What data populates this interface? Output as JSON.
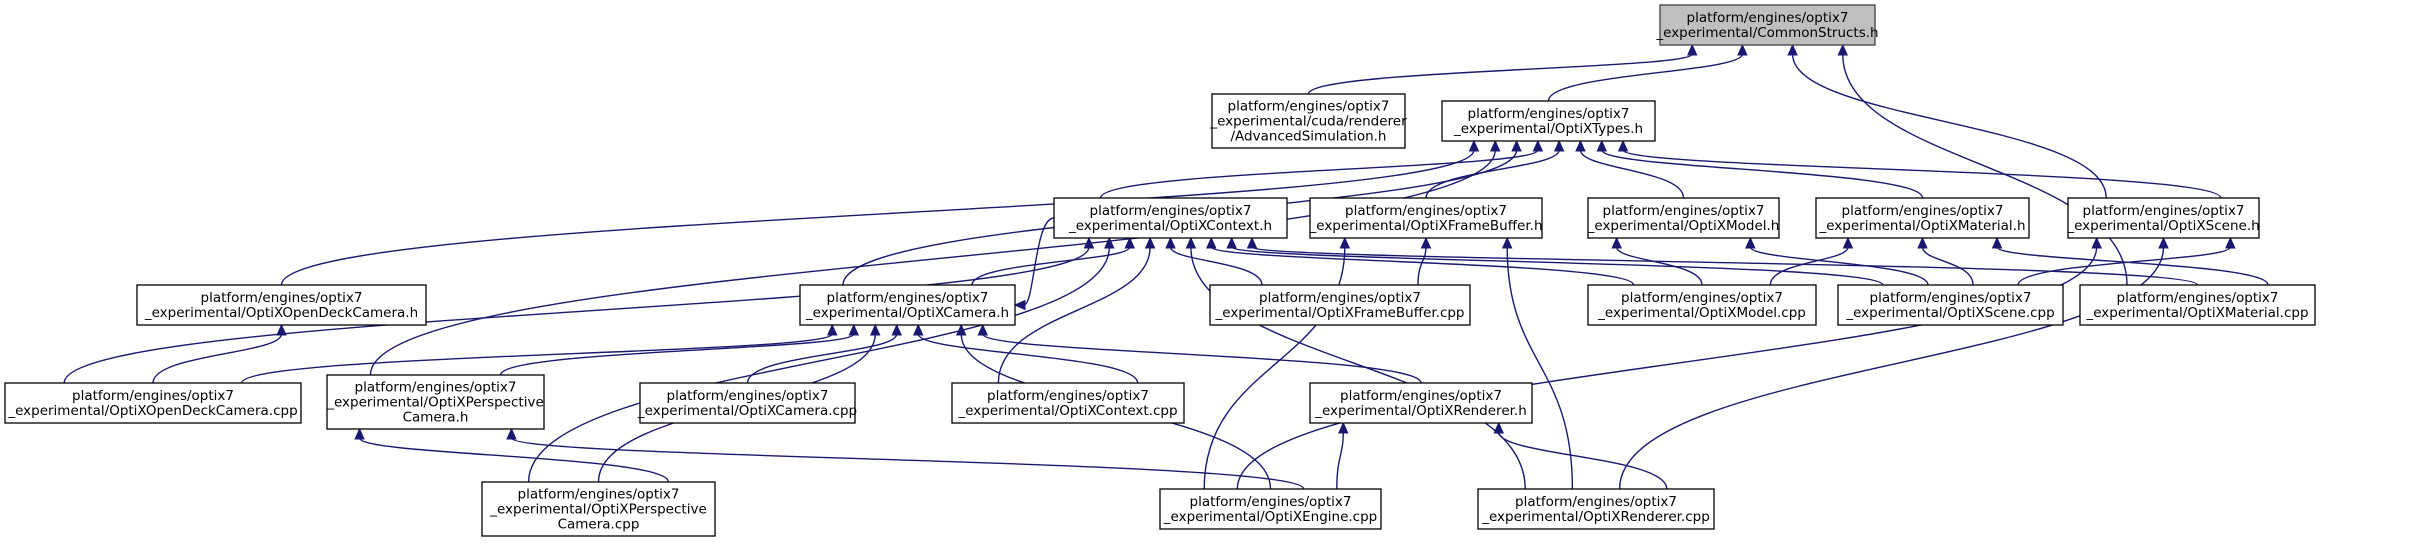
{
  "diagram": {
    "type": "include-dependency-graph",
    "root": "common_structs_h",
    "colors": {
      "edge": "#191970",
      "root_fill": "#bfbfbf",
      "root_border": "#404040",
      "node_fill": "#ffffff",
      "node_border": "#000000"
    },
    "nodes": [
      {
        "id": "common_structs_h",
        "lines": [
          "platform/engines/optix7",
          "_experimental/CommonStructs.h"
        ]
      },
      {
        "id": "advanced_simulation_h",
        "lines": [
          "platform/engines/optix7",
          "_experimental/cuda/renderer",
          "/AdvancedSimulation.h"
        ]
      },
      {
        "id": "optix_types_h",
        "lines": [
          "platform/engines/optix7",
          "_experimental/OptiXTypes.h"
        ]
      },
      {
        "id": "optix_context_h",
        "lines": [
          "platform/engines/optix7",
          "_experimental/OptiXContext.h"
        ]
      },
      {
        "id": "optix_framebuffer_h",
        "lines": [
          "platform/engines/optix7",
          "_experimental/OptiXFrameBuffer.h"
        ]
      },
      {
        "id": "optix_model_h",
        "lines": [
          "platform/engines/optix7",
          "_experimental/OptiXModel.h"
        ]
      },
      {
        "id": "optix_material_h",
        "lines": [
          "platform/engines/optix7",
          "_experimental/OptiXMaterial.h"
        ]
      },
      {
        "id": "optix_scene_h",
        "lines": [
          "platform/engines/optix7",
          "_experimental/OptiXScene.h"
        ]
      },
      {
        "id": "optix_opendeck_camera_h",
        "lines": [
          "platform/engines/optix7",
          "_experimental/OptiXOpenDeckCamera.h"
        ]
      },
      {
        "id": "optix_camera_h",
        "lines": [
          "platform/engines/optix7",
          "_experimental/OptiXCamera.h"
        ]
      },
      {
        "id": "optix_framebuffer_cpp",
        "lines": [
          "platform/engines/optix7",
          "_experimental/OptiXFrameBuffer.cpp"
        ]
      },
      {
        "id": "optix_model_cpp",
        "lines": [
          "platform/engines/optix7",
          "_experimental/OptiXModel.cpp"
        ]
      },
      {
        "id": "optix_scene_cpp",
        "lines": [
          "platform/engines/optix7",
          "_experimental/OptiXScene.cpp"
        ]
      },
      {
        "id": "optix_material_cpp",
        "lines": [
          "platform/engines/optix7",
          "_experimental/OptiXMaterial.cpp"
        ]
      },
      {
        "id": "optix_opendeck_camera_cpp",
        "lines": [
          "platform/engines/optix7",
          "_experimental/OptiXOpenDeckCamera.cpp"
        ]
      },
      {
        "id": "optix_perspective_camera_h",
        "lines": [
          "platform/engines/optix7",
          "_experimental/OptiXPerspective",
          "Camera.h"
        ]
      },
      {
        "id": "optix_camera_cpp",
        "lines": [
          "platform/engines/optix7",
          "_experimental/OptiXCamera.cpp"
        ]
      },
      {
        "id": "optix_context_cpp",
        "lines": [
          "platform/engines/optix7",
          "_experimental/OptiXContext.cpp"
        ]
      },
      {
        "id": "optix_renderer_h",
        "lines": [
          "platform/engines/optix7",
          "_experimental/OptiXRenderer.h"
        ]
      },
      {
        "id": "optix_perspective_camera_cpp",
        "lines": [
          "platform/engines/optix7",
          "_experimental/OptiXPerspective",
          "Camera.cpp"
        ]
      },
      {
        "id": "optix_engine_cpp",
        "lines": [
          "platform/engines/optix7",
          "_experimental/OptiXEngine.cpp"
        ]
      },
      {
        "id": "optix_renderer_cpp",
        "lines": [
          "platform/engines/optix7",
          "_experimental/OptiXRenderer.cpp"
        ]
      }
    ],
    "edges": [
      {
        "from": "advanced_simulation_h",
        "to": "common_structs_h"
      },
      {
        "from": "optix_types_h",
        "to": "common_structs_h"
      },
      {
        "from": "optix_scene_h",
        "to": "common_structs_h"
      },
      {
        "from": "optix_material_cpp",
        "to": "common_structs_h"
      },
      {
        "from": "optix_opendeck_camera_h",
        "to": "optix_types_h"
      },
      {
        "from": "optix_perspective_camera_h",
        "to": "optix_types_h"
      },
      {
        "from": "optix_camera_h",
        "to": "optix_types_h"
      },
      {
        "from": "optix_context_h",
        "to": "optix_types_h"
      },
      {
        "from": "optix_framebuffer_h",
        "to": "optix_types_h"
      },
      {
        "from": "optix_model_h",
        "to": "optix_types_h"
      },
      {
        "from": "optix_material_h",
        "to": "optix_types_h"
      },
      {
        "from": "optix_scene_h",
        "to": "optix_types_h"
      },
      {
        "from": "optix_opendeck_camera_cpp",
        "to": "optix_context_h"
      },
      {
        "from": "optix_camera_h",
        "to": "optix_context_h"
      },
      {
        "from": "optix_perspective_camera_cpp",
        "to": "optix_context_h"
      },
      {
        "from": "optix_context_cpp",
        "to": "optix_context_h"
      },
      {
        "from": "optix_framebuffer_cpp",
        "to": "optix_context_h"
      },
      {
        "from": "optix_renderer_cpp",
        "to": "optix_context_h"
      },
      {
        "from": "optix_model_cpp",
        "to": "optix_context_h"
      },
      {
        "from": "optix_scene_cpp",
        "to": "optix_context_h"
      },
      {
        "from": "optix_material_cpp",
        "to": "optix_context_h"
      },
      {
        "from": "optix_context_h",
        "to": "optix_camera_h"
      },
      {
        "from": "optix_framebuffer_cpp",
        "to": "optix_framebuffer_h"
      },
      {
        "from": "optix_engine_cpp",
        "to": "optix_framebuffer_h"
      },
      {
        "from": "optix_renderer_cpp",
        "to": "optix_framebuffer_h"
      },
      {
        "from": "optix_model_cpp",
        "to": "optix_model_h"
      },
      {
        "from": "optix_scene_cpp",
        "to": "optix_model_h"
      },
      {
        "from": "optix_model_cpp",
        "to": "optix_material_h"
      },
      {
        "from": "optix_scene_cpp",
        "to": "optix_material_h"
      },
      {
        "from": "optix_material_cpp",
        "to": "optix_material_h"
      },
      {
        "from": "optix_scene_cpp",
        "to": "optix_scene_h"
      },
      {
        "from": "optix_engine_cpp",
        "to": "optix_scene_h"
      },
      {
        "from": "optix_renderer_cpp",
        "to": "optix_scene_h"
      },
      {
        "from": "optix_opendeck_camera_cpp",
        "to": "optix_opendeck_camera_h"
      },
      {
        "from": "optix_opendeck_camera_cpp",
        "to": "optix_camera_h"
      },
      {
        "from": "optix_perspective_camera_h",
        "to": "optix_camera_h"
      },
      {
        "from": "optix_perspective_camera_cpp",
        "to": "optix_camera_h"
      },
      {
        "from": "optix_camera_cpp",
        "to": "optix_camera_h"
      },
      {
        "from": "optix_context_cpp",
        "to": "optix_camera_h"
      },
      {
        "from": "optix_engine_cpp",
        "to": "optix_camera_h"
      },
      {
        "from": "optix_renderer_h",
        "to": "optix_camera_h"
      },
      {
        "from": "optix_perspective_camera_cpp",
        "to": "optix_perspective_camera_h"
      },
      {
        "from": "optix_engine_cpp",
        "to": "optix_perspective_camera_h"
      },
      {
        "from": "optix_engine_cpp",
        "to": "optix_renderer_h"
      },
      {
        "from": "optix_renderer_cpp",
        "to": "optix_renderer_h"
      }
    ]
  }
}
